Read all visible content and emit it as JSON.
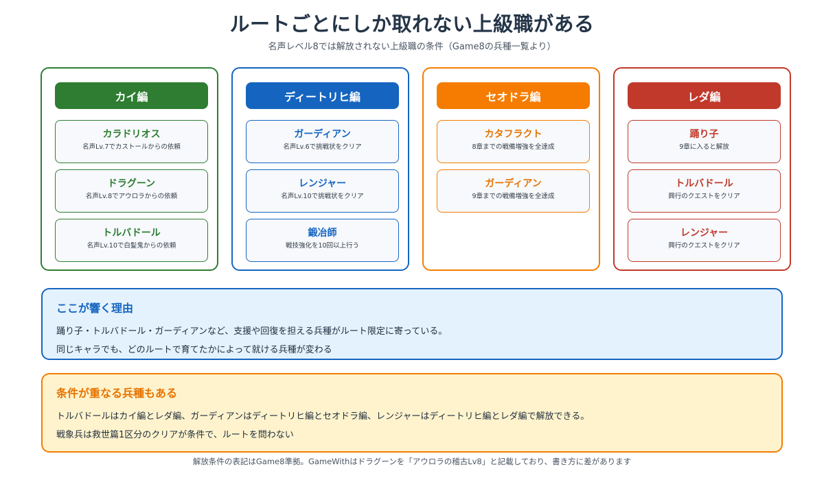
{
  "title": "ルートごとにしか取れない上級職がある",
  "subtitle": "名声レベル8では解放されない上級職の条件（Game8の兵種一覧より）",
  "routes": [
    {
      "name": "カイ編",
      "color": "#2e7d32",
      "jobs": [
        {
          "name": "カラドリオス",
          "condition": "名声Lv.7でカストールからの依頼"
        },
        {
          "name": "ドラグーン",
          "condition": "名声Lv.8でアウロラからの依頼"
        },
        {
          "name": "トルバドール",
          "condition": "名声Lv.10で白髪鬼からの依頼"
        }
      ]
    },
    {
      "name": "ディートリヒ編",
      "color": "#1565c0",
      "jobs": [
        {
          "name": "ガーディアン",
          "condition": "名声Lv.6で挑戦状をクリア"
        },
        {
          "name": "レンジャー",
          "condition": "名声Lv.10で挑戦状をクリア"
        },
        {
          "name": "鍛冶師",
          "condition": "戦技強化を10回以上行う"
        }
      ]
    },
    {
      "name": "セオドラ編",
      "color": "#f57c00",
      "jobs": [
        {
          "name": "カタフラクト",
          "condition": "8章までの戦備増強を全達成"
        },
        {
          "name": "ガーディアン",
          "condition": "9章までの戦備増強を全達成"
        }
      ]
    },
    {
      "name": "レダ編",
      "color": "#c0392b",
      "jobs": [
        {
          "name": "踊り子",
          "condition": "9章に入ると解放"
        },
        {
          "name": "トルバドール",
          "condition": "興行のクエストをクリア"
        },
        {
          "name": "レンジャー",
          "condition": "興行のクエストをクリア"
        }
      ]
    }
  ],
  "reason": {
    "title": "ここが響く理由",
    "lines": [
      "踊り子・トルバドール・ガーディアンなど、支援や回復を担える兵種がルート限定に寄っている。",
      "同じキャラでも、どのルートで育てたかによって就ける兵種が変わる"
    ]
  },
  "overlap": {
    "title": "条件が重なる兵種もある",
    "lines": [
      "トルバドールはカイ編とレダ編、ガーディアンはディートリヒ編とセオドラ編、レンジャーはディートリヒ編とレダ編で解放できる。",
      "戦象兵は救世篇1区分のクリアが条件で、ルートを問わない"
    ]
  },
  "footnote": "解放条件の表記はGame8準拠。GameWithはドラグーンを「アウロラの稽古Lv8」と記載しており、書き方に差があります"
}
